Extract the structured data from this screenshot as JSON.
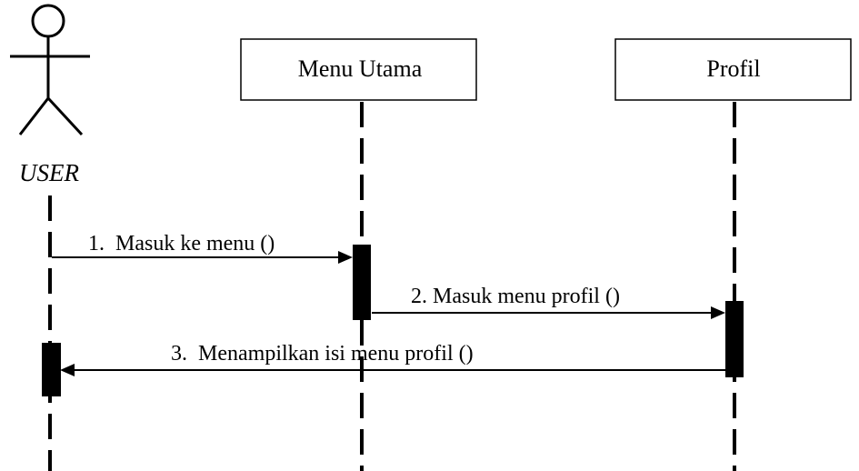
{
  "diagram": {
    "actor": {
      "name": "USER"
    },
    "objects": [
      {
        "name": "Menu Utama"
      },
      {
        "name": "Profil"
      }
    ],
    "messages": [
      {
        "label": "1.  Masuk ke menu ()"
      },
      {
        "label": "2. Masuk menu profil ()"
      },
      {
        "label": "3.  Menampilkan isi menu profil ()"
      }
    ]
  }
}
